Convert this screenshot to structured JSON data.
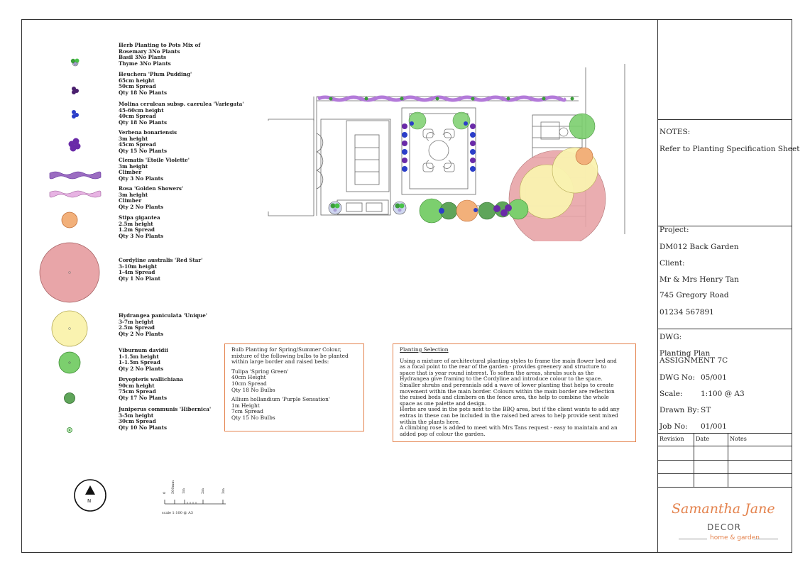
{
  "legend": [
    {
      "lines": [
        "Herb Planting to Pots Mix of",
        "Rosemary 3No Plants",
        "Basil 3No Plants",
        "Thyme 3No Plants"
      ],
      "icon": "herb-pot"
    },
    {
      "lines": [
        "Heuchera 'Plum Pudding'",
        "65cm height",
        "50cm Spread",
        "Qty 18 No Plants"
      ],
      "icon": "heuchera"
    },
    {
      "lines": [
        "Molina cerulean subsp. caerulea 'Variegata'",
        "45-60cm height",
        "40cm Spread",
        "Qty 18 No Plants"
      ],
      "icon": "molinia"
    },
    {
      "lines": [
        "Verbena bonariensis",
        "3m height",
        "45cm Spread",
        "Qty 15 No Plants"
      ],
      "icon": "verbena"
    },
    {
      "lines": [
        "Clematis 'Etoile Violette'",
        "3m height",
        "Climber",
        "Qty 3 No Plants"
      ],
      "icon": "clematis"
    },
    {
      "lines": [
        "Rosa 'Golden Showers'",
        "3m height",
        "Climber",
        "Qty 2 No Plants"
      ],
      "icon": "rosa"
    },
    {
      "lines": [
        "Stipa gigantea",
        "2.5m height",
        "1.2m Spread",
        "Qty 3 No Plants"
      ],
      "icon": "stipa"
    },
    {
      "lines": [
        "Cordyline australis 'Red Star'",
        "3-10m height",
        "1-4m Spread",
        "Qty 1 No Plant"
      ],
      "icon": "cordyline"
    },
    {
      "lines": [
        "Hydrangea paniculata 'Unique'",
        "3-7m height",
        "2.5m Spread",
        "Qty 2 No Plants"
      ],
      "icon": "hydrangea"
    },
    {
      "lines": [
        "Viburnum davidii",
        "1-1.5m height",
        "1-1.5m Spread",
        "Qty 2 No Plants"
      ],
      "icon": "viburnum"
    },
    {
      "lines": [
        "Dryopteris wallichiana",
        "90cm height",
        "75cm Spread",
        "Qty 17 No Plants"
      ],
      "icon": "dryopteris"
    },
    {
      "lines": [
        "Juniperus communis 'Hibernica'",
        "3-5m height",
        "30cm Spread",
        "Qty 10 No Plants"
      ],
      "icon": "juniperus"
    }
  ],
  "bulb_box": {
    "lines": [
      "Bulb Planting for Spring/Summer Colour,",
      "mixture of the following bulbs to be planted",
      "within large border and raised beds:",
      "",
      "Tulipa 'Spring Green'",
      "40cm Height",
      "10cm Spread",
      "Qty 18 No Bulbs",
      "",
      "Allium hollandium 'Purple Sensation'",
      "1m Height",
      "7cm Spread",
      "Qty 15 No Bulbs"
    ]
  },
  "selection_box": {
    "title": "Planting Selection",
    "lines": [
      "Using a mixture of architectural planting styles to frame the main flower bed and",
      "as a focal point to the rear of the garden - provides greenery and structure to",
      "space that is year round interest. To soften the areas, shrubs such as the",
      "Hydrangea give framing to the Cordyline and introduce colour to the space.",
      "Smaller shrubs and perennials add a wave of lower planting that helps to create",
      "movement within the main border. Colours within the main border are reflection",
      "the raised beds and climbers on the fence area, the help to combine the whole",
      "space as one palette and design.",
      "Herbs are used in the pots next to the BBQ area, but if the client wants to add any",
      "extras in these can be included in the raised bed areas to help provide sent mixed",
      "within the plants here.",
      "A climbing rose is added to meet with Mrs Tans request - easy to maintain and an",
      "added pop of colour the garden."
    ]
  },
  "north": {
    "label": "N"
  },
  "scale_bar": {
    "ticks": [
      "0",
      "500mm",
      "1m",
      "2m",
      "3m"
    ],
    "caption": "scale 1:100 @ A3"
  },
  "title_block": {
    "notes_label": "NOTES:",
    "notes_text": "Refer to Planting Specification Sheet",
    "project_label": "Project:",
    "project": "DM012 Back Garden",
    "client_label": "Client:",
    "client_name": "Mr & Mrs Henry Tan",
    "client_address": "745 Gregory Road",
    "client_phone": "01234 567891",
    "dwg_label": "DWG:",
    "dwg_title": "Planting Plan",
    "dwg_subtitle": "ASSIGNMENT 7C",
    "dwg_no_label": "DWG No:",
    "dwg_no": "05/001",
    "scale_label": "Scale:",
    "scale": "1:100 @ A3",
    "drawn_label": "Drawn By:",
    "drawn": "ST",
    "job_label": "Job No:",
    "job": "01/001",
    "rev_headers": [
      "Revision",
      "Date",
      "Notes"
    ]
  },
  "logo": {
    "script": "Samantha Jane",
    "decor": "DECOR",
    "sub": "home & garden"
  },
  "colors": {
    "accent": "#e4834e",
    "pink": "#e8a5a8",
    "yellow": "#faf3b0",
    "green": "#7ccf6e",
    "purple": "#5b2a9a",
    "blue": "#2b3ec9"
  }
}
